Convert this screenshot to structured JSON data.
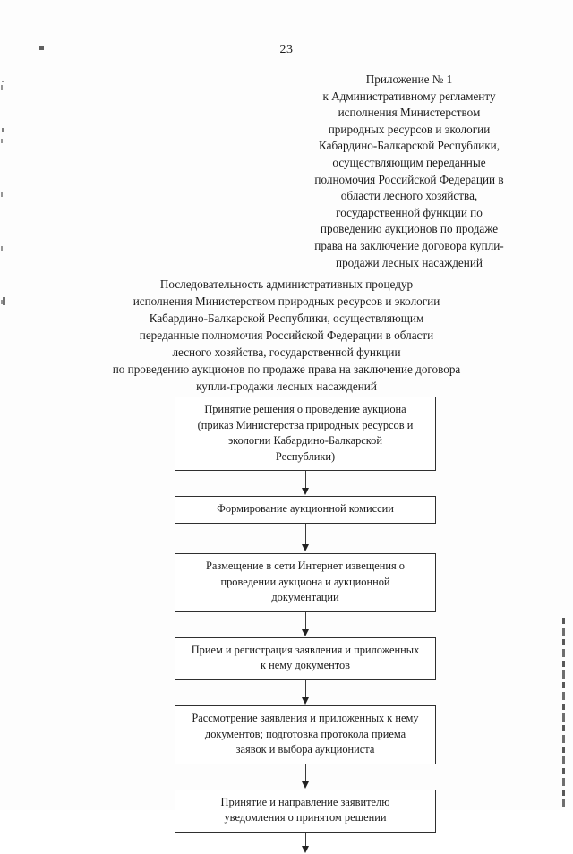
{
  "document": {
    "page_number": "23",
    "appendix_block": [
      "Приложение № 1",
      "к Административному регламенту",
      "исполнения Министерством",
      "природных ресурсов и экологии",
      "Кабардино-Балкарской Республики,",
      "осуществляющим переданные",
      "полномочия Российской Федерации в",
      "области лесного хозяйства,",
      "государственной функции по",
      "проведению аукционов по продаже",
      "права на заключение договора купли-",
      "продажи лесных насаждений"
    ],
    "title_block": [
      "Последовательность административных процедур",
      "исполнения Министерством природных ресурсов и экологии",
      "Кабардино-Балкарской Республики, осуществляющим",
      "переданные полномочия Российской Федерации в области",
      "лесного хозяйства, государственной функции",
      "по проведению аукционов по продаже права на заключение договора",
      "купли-продажи лесных насаждений"
    ],
    "flowchart": {
      "nodes": [
        {
          "id": "node-1",
          "lines": [
            "Принятие решения о проведение аукциона",
            "(приказ Министерства природных ресурсов и",
            "экологии Кабардино-Балкарской",
            "Республики)"
          ]
        },
        {
          "id": "node-2",
          "lines": [
            "Формирование аукционной комиссии"
          ]
        },
        {
          "id": "node-3",
          "lines": [
            "Размещение в сети Интернет извещения о",
            "проведении аукциона и аукционной",
            "документации"
          ]
        },
        {
          "id": "node-4",
          "lines": [
            "Прием и регистрация заявления и приложенных",
            "к нему документов"
          ]
        },
        {
          "id": "node-5",
          "lines": [
            "Рассмотрение заявления и приложенных к нему",
            "документов; подготовка протокола приема",
            "заявок и выбора аукциониста"
          ]
        },
        {
          "id": "node-6",
          "lines": [
            "Принятие и направление заявителю",
            "уведомления о принятом решении"
          ]
        }
      ]
    }
  }
}
